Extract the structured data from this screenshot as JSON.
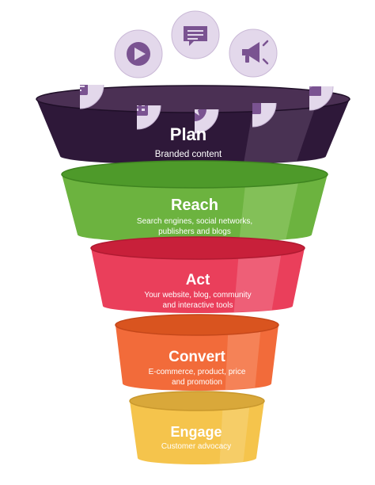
{
  "stages": [
    {
      "title": "Plan",
      "subtitle": [
        "Branded content"
      ],
      "colors": {
        "body": "#2e1839",
        "top": "#4b3054",
        "rim": "#1f0f28",
        "highlight": "#6a5274"
      }
    },
    {
      "title": "Reach",
      "subtitle": [
        "Search engines, social networks,",
        "publishers and blogs"
      ],
      "colors": {
        "body": "#6cb33f",
        "top": "#4e9a2a",
        "rim": "#3f8520",
        "highlight": "#9fd077"
      }
    },
    {
      "title": "Act",
      "subtitle": [
        "Your website, blog, community",
        "and interactive tools"
      ],
      "colors": {
        "body": "#ea3f5b",
        "top": "#c8203a",
        "rim": "#b01a31",
        "highlight": "#f4889a"
      }
    },
    {
      "title": "Convert",
      "subtitle": [
        "E-commerce, product, price",
        "and promotion"
      ],
      "colors": {
        "body": "#f26b3a",
        "top": "#d9541f",
        "rim": "#c4471a",
        "highlight": "#f8a07c"
      }
    },
    {
      "title": "Engage",
      "subtitle": [
        "Customer advocacy"
      ],
      "colors": {
        "body": "#f5c44c",
        "top": "#d9a83a",
        "rim": "#c9982d",
        "highlight": "#f9da8a"
      }
    }
  ],
  "icons": [
    {
      "name": "document-icon"
    },
    {
      "name": "play-video-icon"
    },
    {
      "name": "chat-bubble-icon"
    },
    {
      "name": "megaphone-icon"
    },
    {
      "name": "email-icon"
    },
    {
      "name": "calendar-icon"
    },
    {
      "name": "star-badge-icon"
    },
    {
      "name": "notebook-icon"
    }
  ],
  "palette": {
    "icon_bg": "#e3d8eb",
    "icon_fg": "#7a5391",
    "icon_rim": "#c9b8d6"
  }
}
